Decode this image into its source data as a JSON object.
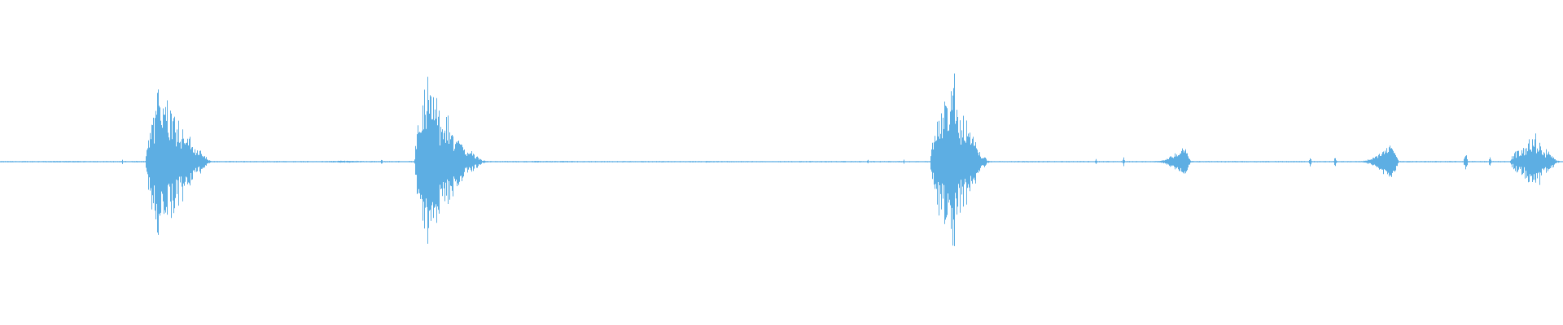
{
  "waveform": {
    "color": "#5daee3",
    "background": "#ffffff",
    "baseline_amplitude": 0.005,
    "samples_per_pixel_density": 1,
    "bursts": [
      {
        "start": 0.02,
        "end": 0.067,
        "peak": 0.008,
        "shape": "flat"
      },
      {
        "start": 0.0775,
        "end": 0.0785,
        "peak": 0.04,
        "shape": "spike"
      },
      {
        "start": 0.093,
        "end": 0.137,
        "peak": 1.0,
        "peak_pos": 0.25,
        "shape": "burst"
      },
      {
        "start": 0.21,
        "end": 0.232,
        "peak": 0.012,
        "shape": "flat"
      },
      {
        "start": 0.2435,
        "end": 0.2445,
        "peak": 0.06,
        "shape": "spike"
      },
      {
        "start": 0.265,
        "end": 0.313,
        "peak": 0.98,
        "peak_pos": 0.15,
        "shape": "burst"
      },
      {
        "start": 0.34,
        "end": 0.346,
        "peak": 0.01,
        "shape": "flat"
      },
      {
        "start": 0.357,
        "end": 0.362,
        "peak": 0.01,
        "shape": "flat"
      },
      {
        "start": 0.45,
        "end": 0.455,
        "peak": 0.01,
        "shape": "flat"
      },
      {
        "start": 0.5545,
        "end": 0.5555,
        "peak": 0.05,
        "shape": "spike"
      },
      {
        "start": 0.5775,
        "end": 0.5785,
        "peak": 0.04,
        "shape": "spike"
      },
      {
        "start": 0.595,
        "end": 0.634,
        "peak": 1.05,
        "peak_pos": 0.35,
        "shape": "burst"
      },
      {
        "start": 0.6695,
        "end": 0.6705,
        "peak": 0.02,
        "shape": "spike"
      },
      {
        "start": 0.7,
        "end": 0.702,
        "peak": 0.04,
        "shape": "spike"
      },
      {
        "start": 0.718,
        "end": 0.7195,
        "peak": 0.07,
        "shape": "spike"
      },
      {
        "start": 0.735,
        "end": 0.762,
        "peak": 0.18,
        "peak_pos": 0.85,
        "shape": "swell"
      },
      {
        "start": 0.837,
        "end": 0.839,
        "peak": 0.07,
        "shape": "spike"
      },
      {
        "start": 0.853,
        "end": 0.855,
        "peak": 0.08,
        "shape": "spike"
      },
      {
        "start": 0.866,
        "end": 0.895,
        "peak": 0.24,
        "peak_pos": 0.85,
        "shape": "swell"
      },
      {
        "start": 0.936,
        "end": 0.939,
        "peak": 0.12,
        "shape": "spike"
      },
      {
        "start": 0.952,
        "end": 0.954,
        "peak": 0.08,
        "shape": "spike"
      },
      {
        "start": 0.966,
        "end": 0.999,
        "peak": 0.32,
        "peak_pos": 0.55,
        "shape": "burst"
      }
    ]
  }
}
